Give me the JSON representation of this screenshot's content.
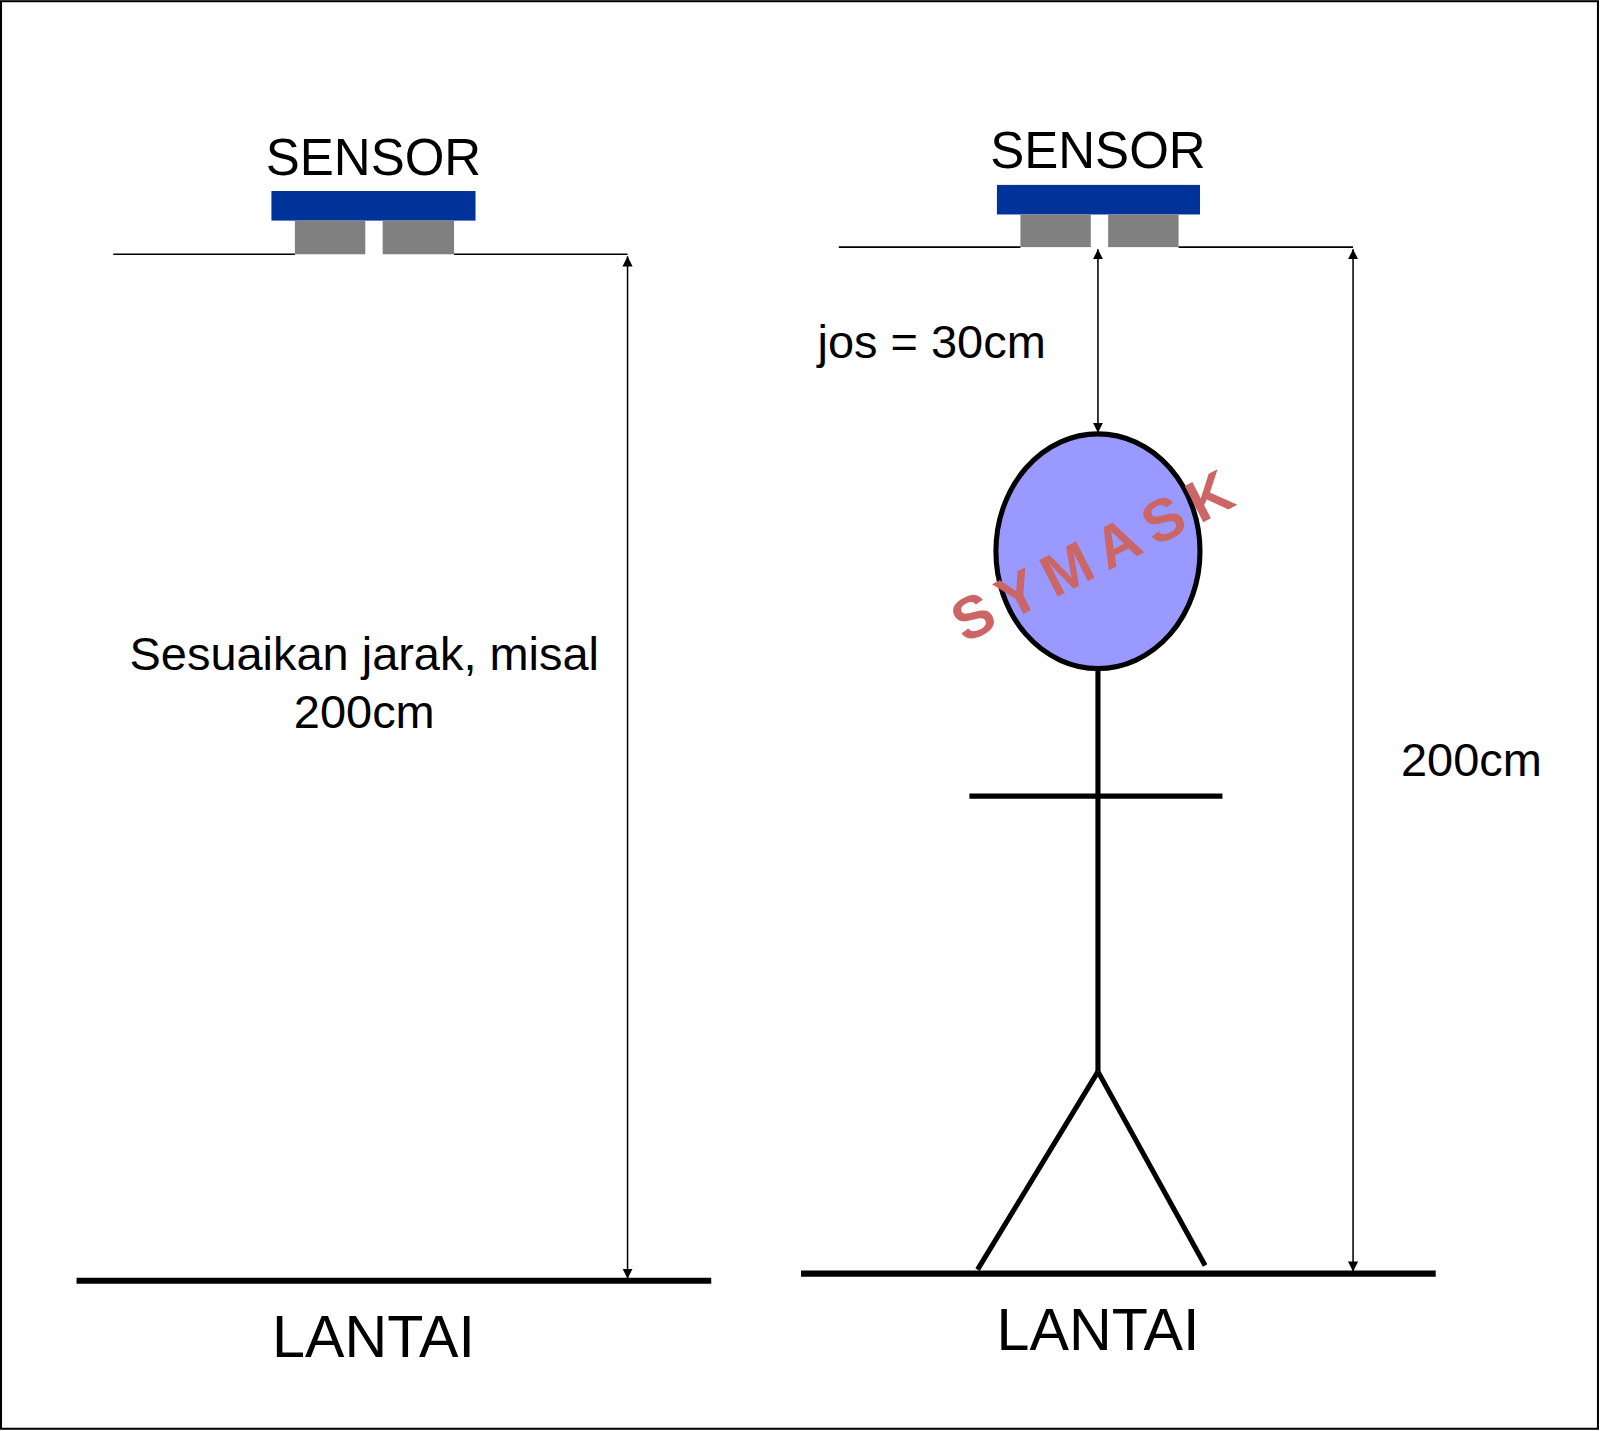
{
  "diagram": {
    "labels": [
      "SENSOR",
      "SENSOR",
      "Sesuaikan jarak, misal 200cm",
      "jos = 30cm",
      "SYMASK",
      "200cm",
      "LANTAI",
      "LANTAI"
    ]
  }
}
